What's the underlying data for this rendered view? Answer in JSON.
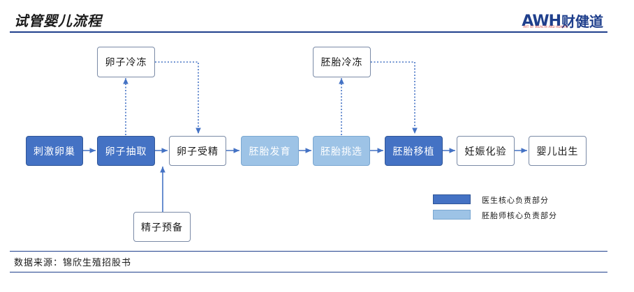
{
  "header": {
    "title": "试管婴儿流程",
    "logo_main": "AWH",
    "logo_cn": "财健道",
    "logo_sub": "ART OF WEALTH AND HEALTH"
  },
  "diagram": {
    "nodes": {
      "ovary_stimulation": "刺激卵巢",
      "egg_retrieval": "卵子抽取",
      "fertilization": "卵子受精",
      "embryo_culture": "胚胎发育",
      "embryo_selection": "胚胎挑选",
      "embryo_transfer": "胚胎移植",
      "pregnancy_test": "妊娠化验",
      "birth": "婴儿出生",
      "egg_freezing": "卵子冷冻",
      "embryo_freezing": "胚胎冷冻",
      "sperm_prep": "精子预备"
    }
  },
  "legend": {
    "doctor": "医生核心负责部分",
    "embryologist": "胚胎师核心负责部分",
    "doctor_color": "#4472c4",
    "embryologist_color": "#9dc3e6"
  },
  "footer": {
    "source": "数据来源：锦欣生殖招股书"
  }
}
